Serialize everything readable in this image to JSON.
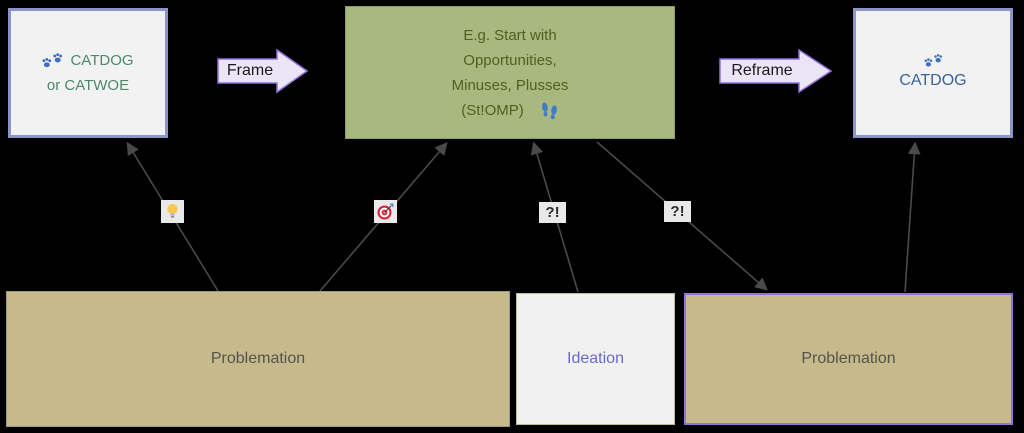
{
  "diagram": {
    "nodes": {
      "catdog_catwoe": {
        "icon": "paw-icon",
        "title_line1": "CATDOG",
        "title_line2": "or CATWOE"
      },
      "stomp": {
        "line1": "E.g. Start with",
        "line2": "Opportunities,",
        "line3": "Minuses, Plusses",
        "line4": "(St!OMP)",
        "icon": "footprints-icon"
      },
      "catdog": {
        "icon": "paw-icon",
        "title": "CATDOG"
      },
      "problemation_left": {
        "label": "Problemation"
      },
      "ideation": {
        "label": "Ideation"
      },
      "problemation_right": {
        "label": "Problemation"
      }
    },
    "connectors": {
      "frame": {
        "label": "Frame"
      },
      "reframe": {
        "label": "Reframe"
      },
      "edge_labels": {
        "idea": {
          "icon": "lightbulb-icon"
        },
        "goal": {
          "icon": "target-icon"
        },
        "question_left": {
          "text": "?!"
        },
        "question_right": {
          "text": "?!"
        }
      }
    },
    "colors": {
      "background": "#000000",
      "node_fill_light": "#f2f2f2",
      "node_border_blue": "#8b95c9",
      "stomp_fill": "#a9b87e",
      "stomp_text": "#52601f",
      "tan_fill": "#c6ba8c",
      "purple_border": "#9370db",
      "block_arrow_fill": "#ebe5f8",
      "catdog_catwoe_text": "#4e8868",
      "catdog_text": "#3a62a0",
      "ideation_text": "#6a6ac4",
      "problemation_text": "#54544a",
      "connector_line": "#4a4a4a",
      "edge_label_bg": "#e9e9e9",
      "paw_blue": "#3d6fbe",
      "footprints_blue": "#3e7cc7"
    }
  }
}
